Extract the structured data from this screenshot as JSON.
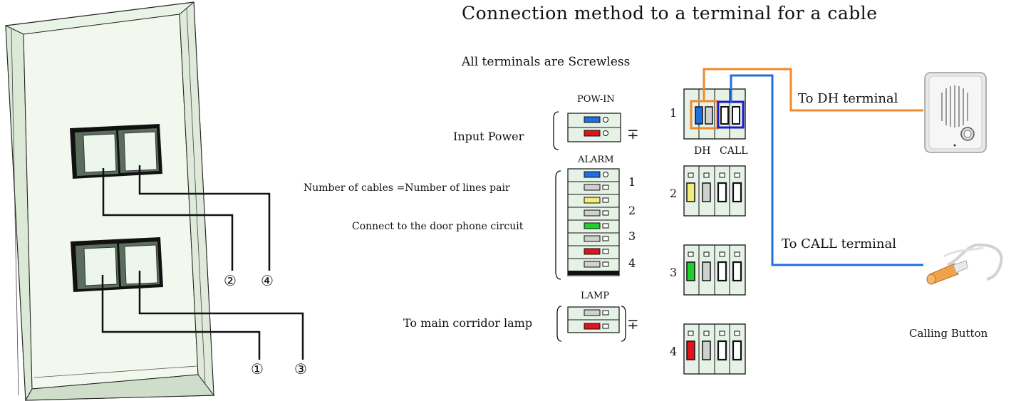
{
  "title": "Connection method to a terminal for a cable",
  "subtitle": "All terminals are Screwless",
  "groups": {
    "pow_in": "POW-IN",
    "alarm": "ALARM",
    "lamp": "LAMP"
  },
  "labels": {
    "input_power": "Input Power",
    "cables": "Number of cables =Number of lines  pair",
    "door_phone": "Connect to the door phone circuit",
    "corridor_lamp": "To main corridor lamp",
    "dh": "DH",
    "call": "CALL",
    "to_dh": "To DH terminal",
    "to_call": "To CALL terminal",
    "calling_button": "Calling Button"
  },
  "ground_symbol": "∓",
  "alarm_numbers": [
    "1",
    "2",
    "3",
    "4"
  ],
  "terminal_numbers": [
    "1",
    "2",
    "3",
    "4"
  ],
  "switch_callouts": [
    "①",
    "②",
    "③",
    "④"
  ],
  "colors": {
    "blue": "#1f6fe0",
    "red": "#e0141c",
    "yellow": "#f2ec7a",
    "green": "#1fcf2e",
    "gray": "#d0d0d0",
    "orange": "#f08a2a",
    "terminal_fill": "#e6f2e6",
    "plate_fill": "#e9f3e6"
  }
}
